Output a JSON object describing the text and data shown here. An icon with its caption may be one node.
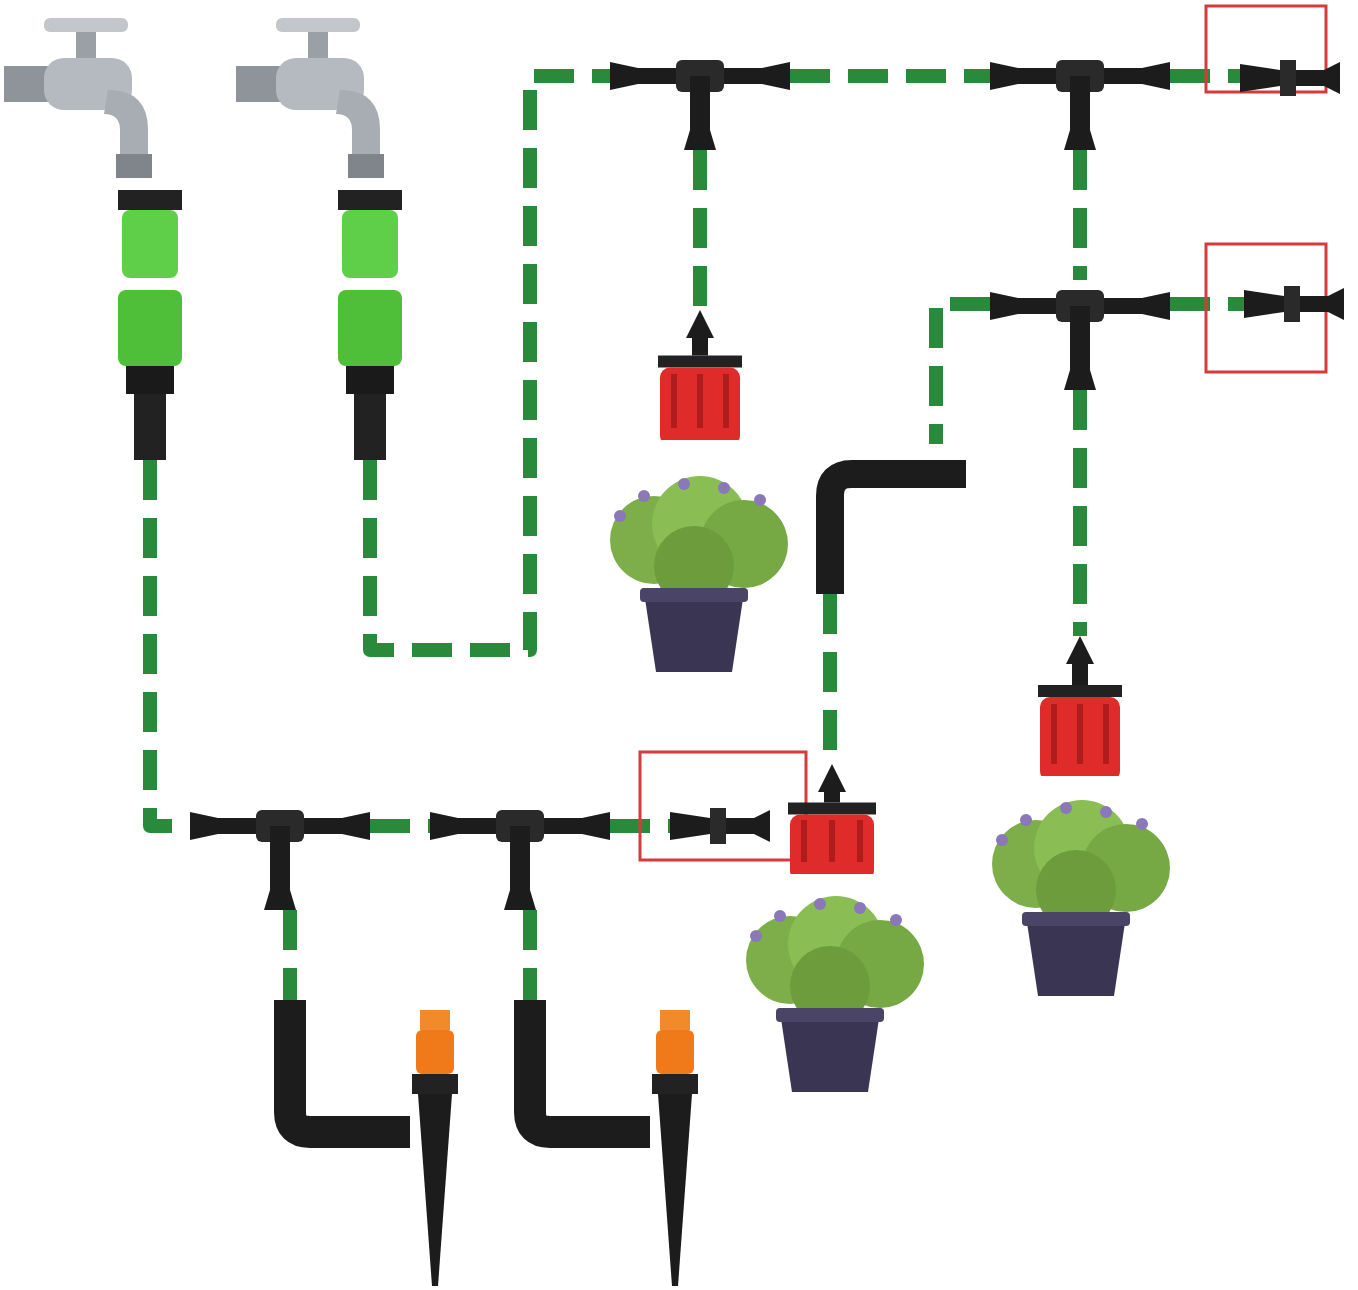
{
  "diagram": {
    "nodes": [
      {
        "text": [],
        "shape": "picture"
      },
      {
        "text": [],
        "shape": "picture"
      },
      {
        "text": [],
        "shape": "picture"
      },
      {
        "text": [],
        "shape": "picture"
      },
      {
        "text": [],
        "shape": "picture"
      },
      {
        "text": [],
        "shape": "picture"
      },
      {
        "text": [],
        "shape": "picture"
      },
      {
        "text": [],
        "shape": "picture"
      },
      {
        "text": [],
        "shape": "picture"
      },
      {
        "text": [],
        "shape": "picture"
      },
      {
        "text": [],
        "shape": "picture"
      },
      {
        "text": [],
        "shape": "picture"
      },
      {
        "text": [],
        "shape": "picture"
      },
      {
        "text": [],
        "shape": "picture"
      },
      {
        "text": [],
        "shape": "picture"
      },
      {
        "text": [],
        "shape": "picture"
      },
      {
        "text": [],
        "shape": "picture"
      },
      {
        "text": [],
        "shape": "picture"
      },
      {
        "text": [],
        "shape": "picture"
      },
      {
        "text": [],
        "shape": "picture"
      },
      {
        "text": [],
        "shape": "picture"
      },
      {
        "text": [],
        "shape": "picture"
      },
      {
        "text": [],
        "shape": "picture"
      }
    ],
    "edges": [
      {
        "from": 2,
        "to": 16,
        "arrow": "none"
      },
      {
        "from": 3,
        "to": 4,
        "arrow": "none"
      },
      {
        "from": 4,
        "to": 5,
        "arrow": "none"
      },
      {
        "from": 5,
        "to": 6,
        "arrow": "none"
      },
      {
        "from": 4,
        "to": 7,
        "arrow": "none"
      },
      {
        "from": 5,
        "to": 9,
        "arrow": "none"
      },
      {
        "from": 9,
        "to": 10,
        "arrow": "none"
      },
      {
        "from": 9,
        "to": 11,
        "arrow": "none"
      },
      {
        "from": 11,
        "to": 12,
        "arrow": "none"
      },
      {
        "from": 9,
        "to": 14,
        "arrow": "none"
      },
      {
        "from": 16,
        "to": 17,
        "arrow": "none"
      },
      {
        "from": 17,
        "to": 18,
        "arrow": "none"
      },
      {
        "from": 16,
        "to": 19,
        "arrow": "none"
      },
      {
        "from": 17,
        "to": 21,
        "arrow": "none"
      }
    ]
  }
}
